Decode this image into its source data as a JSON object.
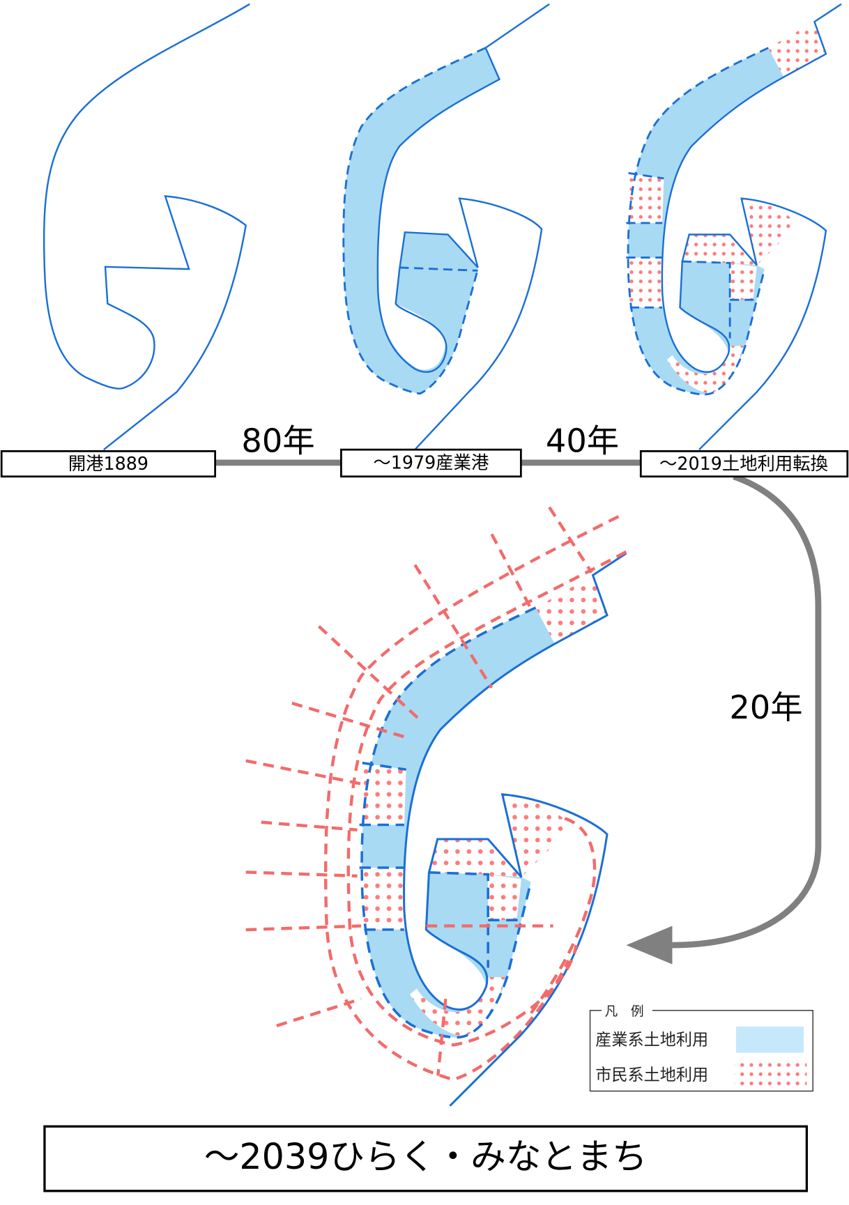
{
  "stages": [
    {
      "label": "開港1889"
    },
    {
      "label": "～1979産業港"
    },
    {
      "label": "～2019土地利用転換"
    }
  ],
  "intervals": [
    "80年",
    "40年",
    "20年"
  ],
  "future": {
    "title": "～2039ひらく・みなとまち"
  },
  "legend": {
    "title": "凡　例",
    "items": [
      {
        "label": "産業系土地利用",
        "color": "#c5e9fb"
      },
      {
        "label": "市民系土地利用",
        "color": "#ff7b7b"
      }
    ]
  },
  "colors": {
    "coast": "#1a6fd6",
    "industrial": "#a9daf3",
    "civic_dots": "#ff7b7b",
    "roads": "#f26b6b",
    "connector": "#808080"
  }
}
